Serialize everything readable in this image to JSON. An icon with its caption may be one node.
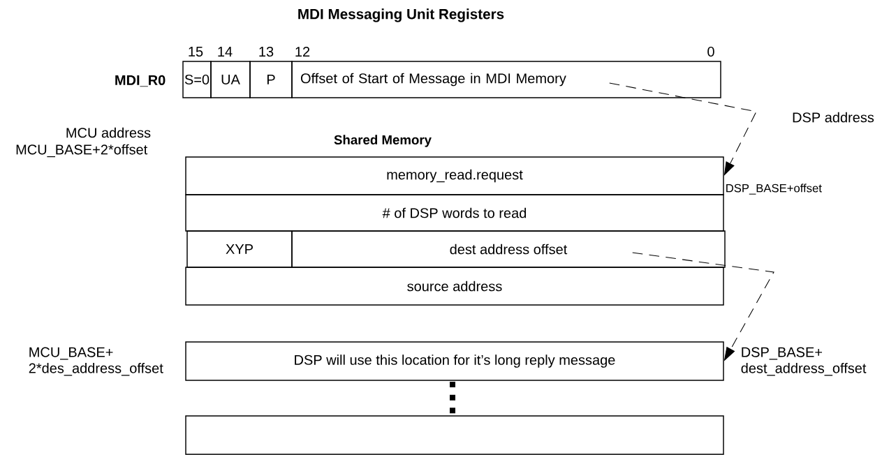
{
  "diagram": {
    "title": "MDI Messaging Unit Registers",
    "nodes": [
      {
        "text": [
          "S=0"
        ]
      },
      {
        "text": [
          "UA"
        ]
      },
      {
        "text": [
          "P"
        ]
      },
      {
        "text": [
          "Offset of Start of Message in MDI Memory"
        ]
      },
      {
        "text": [
          "memory_read.request"
        ],
        "beside": [
          "MCU_BASE+2*offset",
          "DSP_BASE+offset"
        ]
      },
      {
        "text": [
          "# of DSP words to read"
        ]
      },
      {
        "text": [
          "XYP"
        ]
      },
      {
        "text": [
          "dest address offset"
        ]
      },
      {
        "text": [
          "source address"
        ]
      },
      {
        "text": [
          "DSP will use this location for it’s long reply message"
        ],
        "beside": [
          "MCU_BASE+ 2*des_address_offset",
          "DSP_BASE+ dest_address_offset"
        ]
      },
      {
        "text": [],
        "shape": "box"
      }
    ],
    "edges": [
      {
        "from": 3,
        "to": 4,
        "arrow": "to",
        "style": "dashed",
        "label": "DSP address"
      },
      {
        "from": 7,
        "to": 9,
        "arrow": "to",
        "style": "dashed"
      }
    ],
    "labels": [
      "15",
      "14",
      "13",
      "12",
      "0",
      "MDI_R0",
      "MCU address",
      "Shared Memory"
    ]
  }
}
